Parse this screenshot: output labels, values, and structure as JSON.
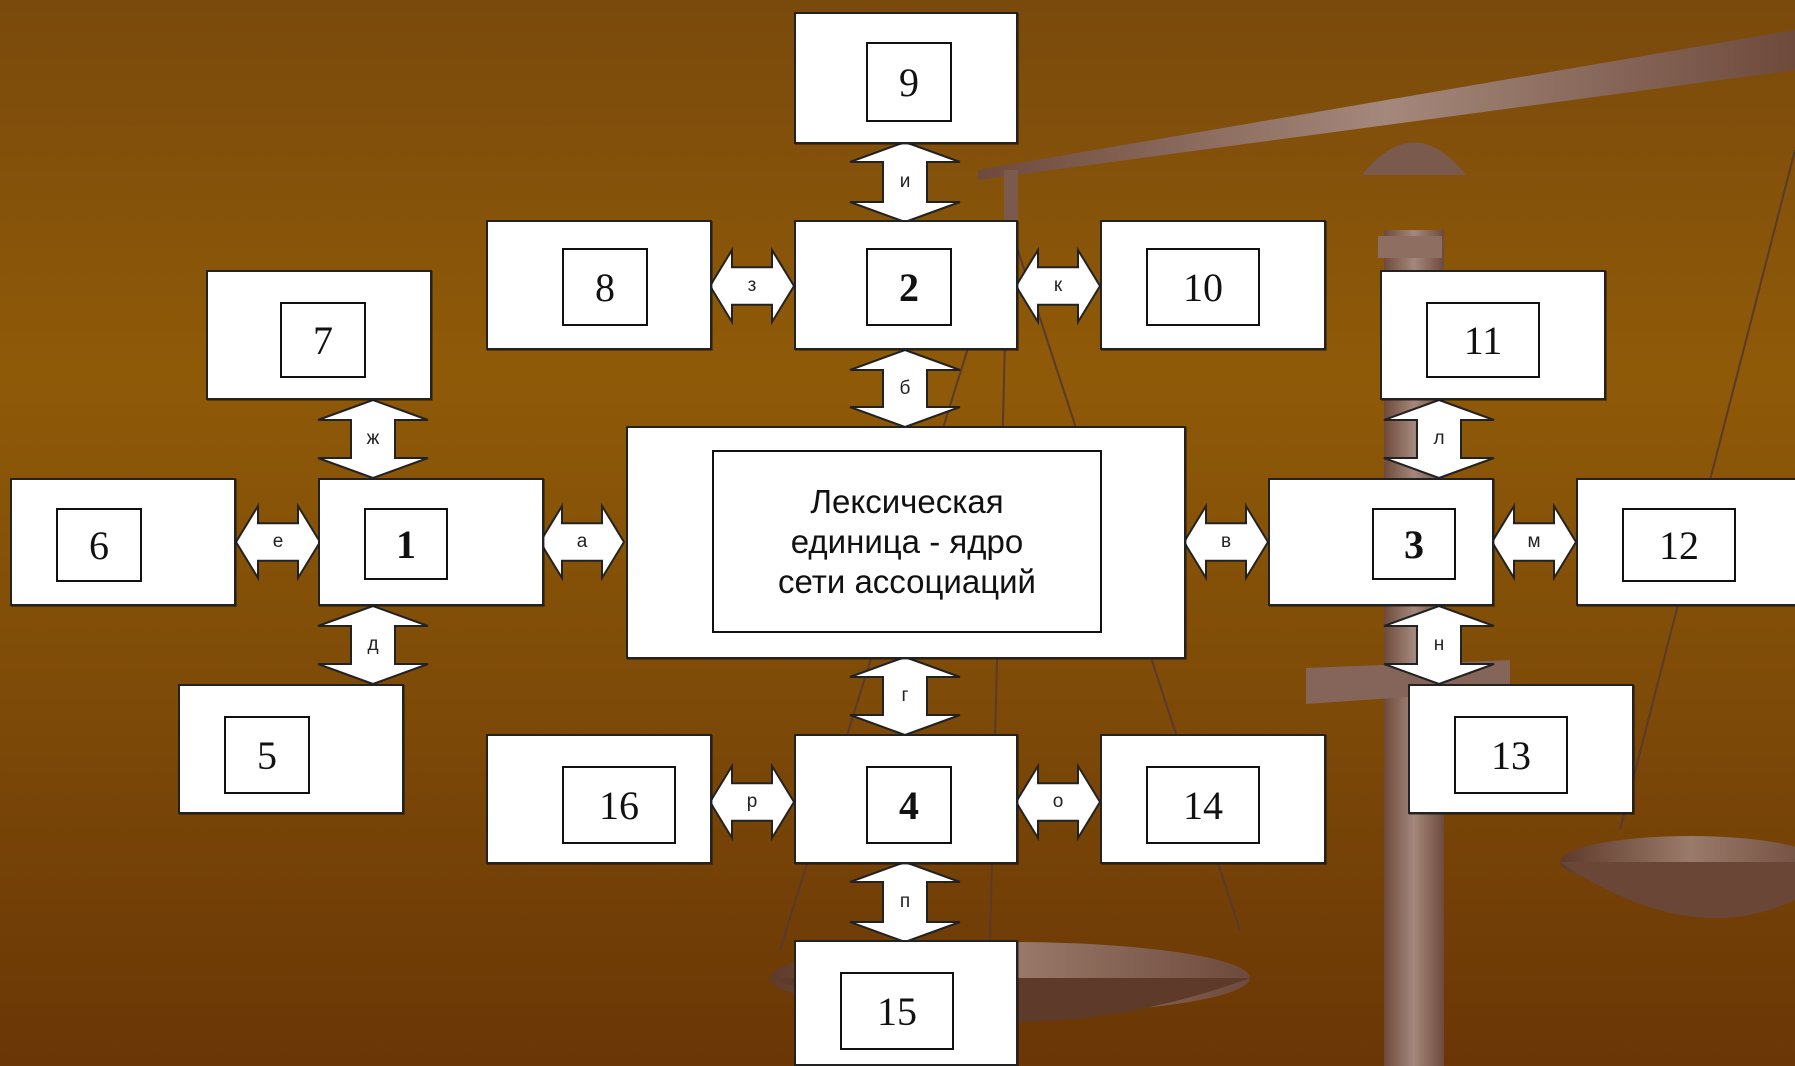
{
  "diagram": {
    "center_text": "Лексическая\nединица - ядро\nсети ассоциаций",
    "nodes": {
      "n1": "1",
      "n2": "2",
      "n3": "3",
      "n4": "4",
      "n5": "5",
      "n6": "6",
      "n7": "7",
      "n8": "8",
      "n9": "9",
      "n10": "10",
      "n11": "11",
      "n12": "12",
      "n13": "13",
      "n14": "14",
      "n15": "15",
      "n16": "16"
    },
    "links": {
      "a": "а",
      "b": "б",
      "v": "в",
      "g": "г",
      "d": "д",
      "e": "е",
      "zh": "ж",
      "z": "з",
      "i": "и",
      "k": "к",
      "l": "л",
      "m": "м",
      "n": "н",
      "o": "о",
      "p": "п",
      "r": "р"
    }
  },
  "colors": {
    "background": "#8a5508",
    "box_fill": "#ffffff",
    "border": "#222222",
    "scale_metal": "#8a6a5a"
  }
}
